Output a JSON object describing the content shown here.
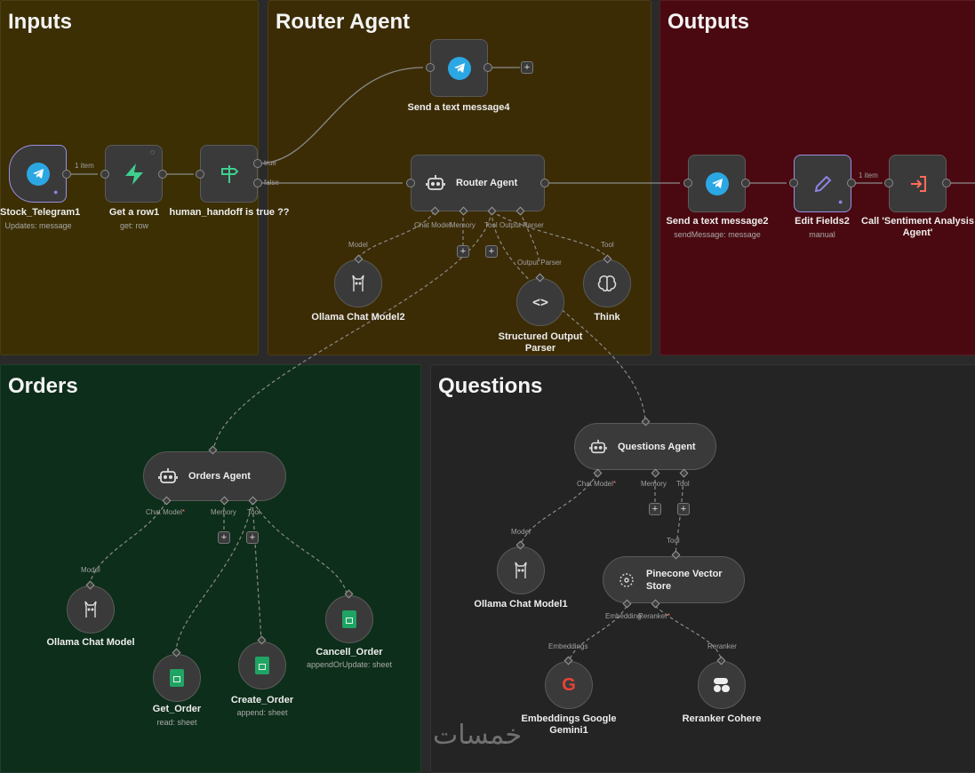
{
  "groups": {
    "inputs": "Inputs",
    "router": "Router Agent",
    "outputs": "Outputs",
    "orders": "Orders",
    "questions": "Questions"
  },
  "nodes": {
    "stock_telegram": {
      "label": "Stock_Telegram1",
      "sub": "Updates: message"
    },
    "get_row": {
      "label": "Get a row1",
      "sub": "get: row"
    },
    "human_handoff": {
      "label": "human_handoff is true ??",
      "true": "true",
      "false": "false"
    },
    "send_text4": {
      "label": "Send a text message4"
    },
    "router_agent": {
      "label": "Router Agent"
    },
    "ollama2": {
      "label": "Ollama Chat Model2"
    },
    "structured_parser": {
      "label": "Structured Output Parser"
    },
    "think": {
      "label": "Think"
    },
    "send_text2": {
      "label": "Send a text message2",
      "sub": "sendMessage: message"
    },
    "edit_fields": {
      "label": "Edit Fields2",
      "sub": "manual"
    },
    "call_sentiment": {
      "label": "Call 'Sentiment Analysis Agent'"
    },
    "orders_agent": {
      "label": "Orders Agent"
    },
    "ollama": {
      "label": "Ollama Chat Model"
    },
    "get_order": {
      "label": "Get_Order",
      "sub": "read: sheet"
    },
    "create_order": {
      "label": "Create_Order",
      "sub": "append: sheet"
    },
    "cancel_order": {
      "label": "Cancell_Order",
      "sub": "appendOrUpdate: sheet"
    },
    "questions_agent": {
      "label": "Questions Agent"
    },
    "ollama1": {
      "label": "Ollama Chat Model1"
    },
    "pinecone": {
      "label": "Pinecone Vector Store"
    },
    "embeddings": {
      "label": "Embeddings Google Gemini1"
    },
    "reranker": {
      "label": "Reranker Cohere"
    }
  },
  "handles": {
    "chat_model": "Chat Model",
    "chat_model_req": "Chat Model",
    "memory": "Memory",
    "tool": "Tool",
    "output_parser": "Output Parser",
    "model": "Model",
    "embedding": "Embedding",
    "embeddings": "Embeddings",
    "reranker": "Reranker",
    "required_mark": "*"
  },
  "edge_labels": {
    "one_item": "1 item"
  },
  "watermark": "خمسات",
  "colors": {
    "inputs_bg": "#3b2f03",
    "router_bg": "#3c2c06",
    "outputs_bg": "#4a0910",
    "orders_bg": "#0d2e1a",
    "questions_bg": "#242424",
    "telegram": "#2ba7e3",
    "sheets": "#1fa463",
    "required": "#ff6b6b"
  }
}
